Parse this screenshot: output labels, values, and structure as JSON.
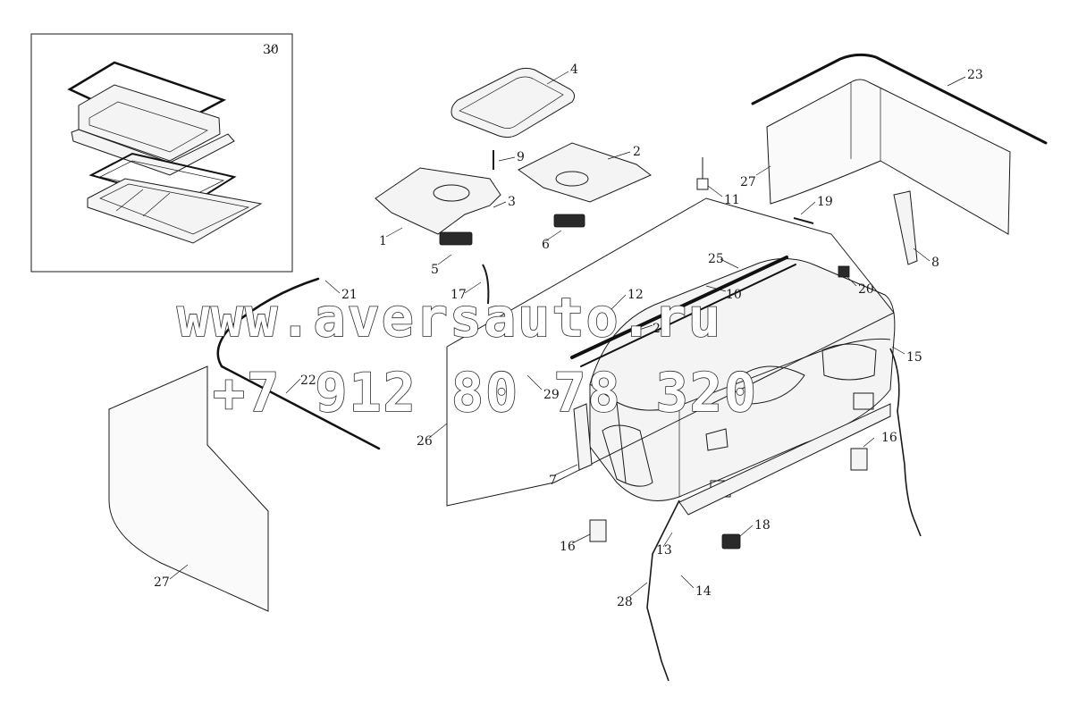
{
  "diagram": {
    "callouts": [
      "1",
      "2",
      "3",
      "4",
      "5",
      "6",
      "7",
      "8",
      "9",
      "10",
      "11",
      "12",
      "13",
      "14",
      "15",
      "16",
      "16",
      "17",
      "18",
      "19",
      "20",
      "21",
      "22",
      "23",
      "24",
      "25",
      "26",
      "27",
      "27",
      "28",
      "29",
      "30"
    ]
  },
  "watermark": {
    "line1": "www.aversauto.ru",
    "line2": "+7 912 80 78 320"
  }
}
